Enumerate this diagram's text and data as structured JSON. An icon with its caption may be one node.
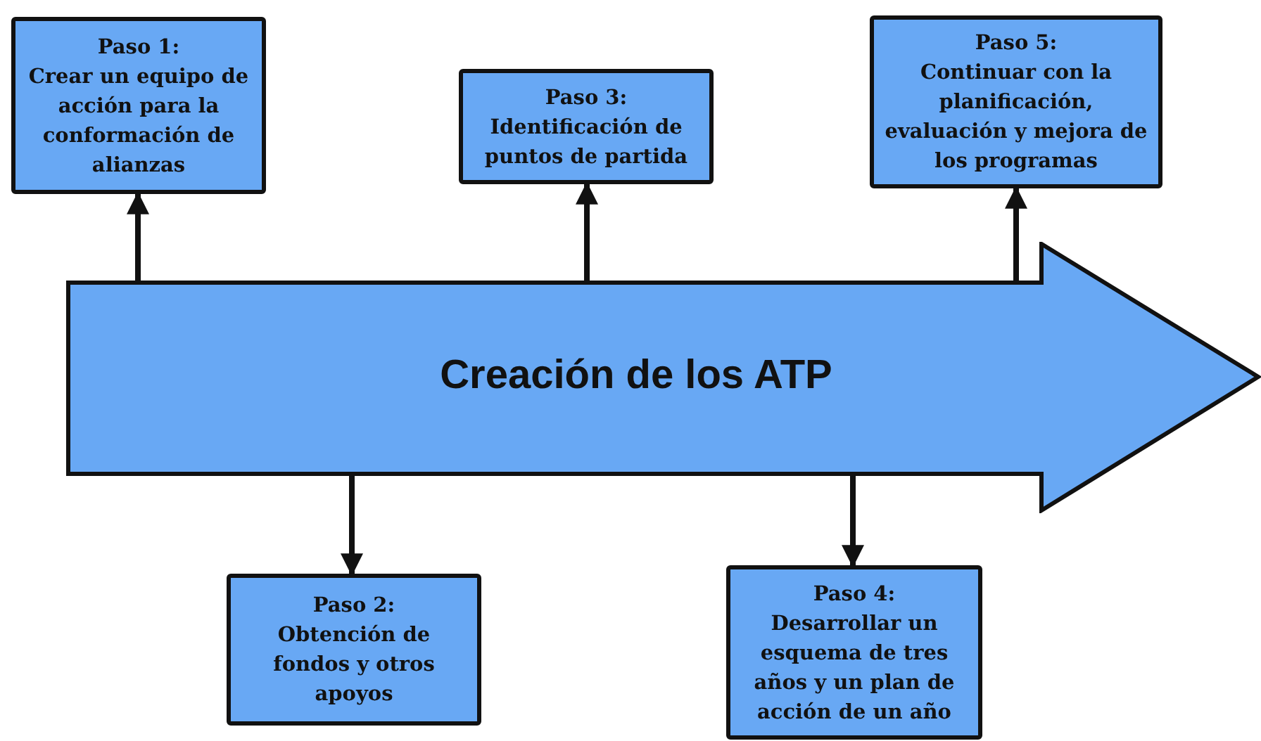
{
  "diagram": {
    "nodes": [
      {
        "text": [
          "Paso 1:",
          "Crear un equipo de acción para la conformación de alianzas"
        ]
      },
      {
        "text": [
          "Paso 3:",
          "Identificación de puntos de partida"
        ]
      },
      {
        "text": [
          "Paso 5:",
          "Continuar con la planificación, evaluación y mejora de los programas"
        ]
      },
      {
        "text": [
          "Creación de los ATP"
        ]
      },
      {
        "text": [
          "Paso 2:",
          "Obtención de fondos y otros apoyos"
        ]
      },
      {
        "text": [
          "Paso 4:",
          "Desarrollar un esquema de tres años y un plan de acción de un año"
        ]
      }
    ],
    "edges": [
      {
        "from": 3,
        "to": 0,
        "arrow": "to"
      },
      {
        "from": 3,
        "to": 1,
        "arrow": "to"
      },
      {
        "from": 3,
        "to": 2,
        "arrow": "to"
      },
      {
        "from": 3,
        "to": 4,
        "arrow": "to"
      },
      {
        "from": 3,
        "to": 5,
        "arrow": "to"
      }
    ]
  }
}
